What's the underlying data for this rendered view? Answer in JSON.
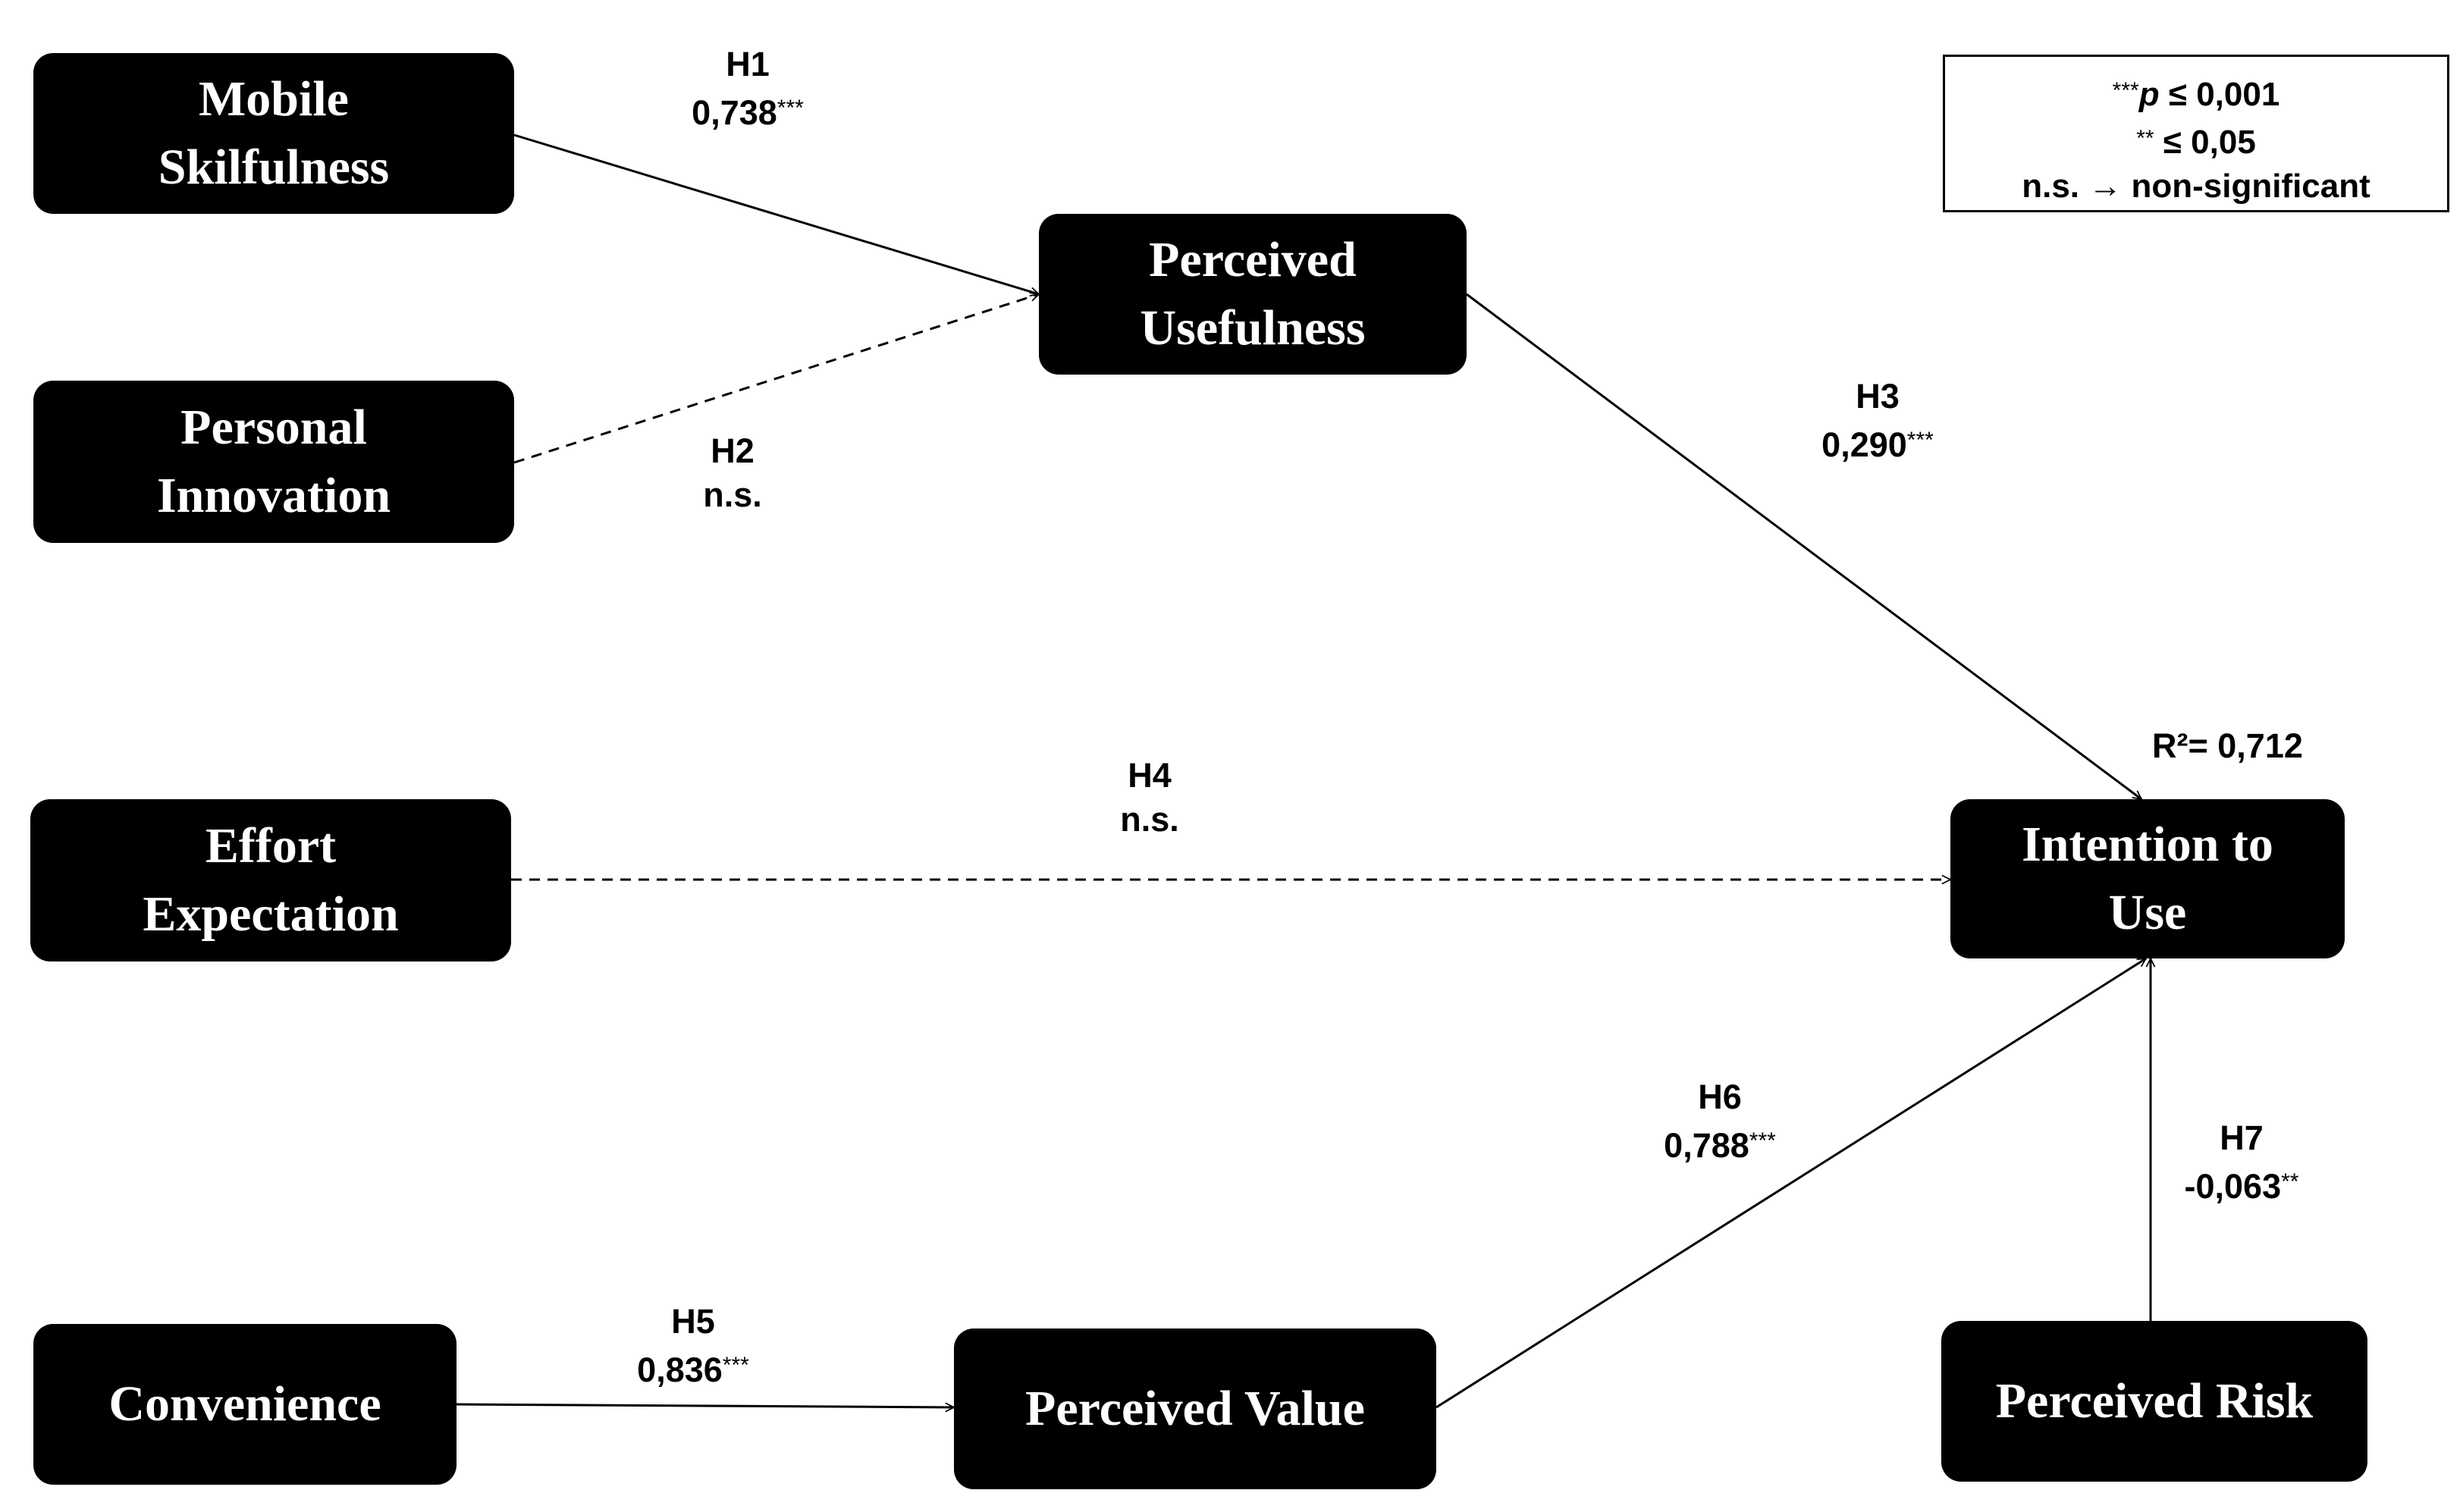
{
  "nodes": {
    "mobile_skilfulness": [
      "Mobile",
      "Skilfulness"
    ],
    "personal_innovation": [
      "Personal",
      "Innovation"
    ],
    "effort_expectation": [
      "Effort",
      "Expectation"
    ],
    "convenience": [
      "Convenience"
    ],
    "perceived_usefulness": [
      "Perceived",
      "Usefulness"
    ],
    "perceived_value": [
      "Perceived Value"
    ],
    "intention_to_use": [
      "Intention to",
      "Use"
    ],
    "perceived_risk": [
      "Perceived Risk"
    ]
  },
  "paths": [
    {
      "id": "H1",
      "from": "mobile_skilfulness",
      "to": "perceived_usefulness",
      "value": "0,738",
      "sig": "***",
      "style": "solid"
    },
    {
      "id": "H2",
      "from": "personal_innovation",
      "to": "perceived_usefulness",
      "value": "n.s.",
      "sig": "",
      "style": "dashed"
    },
    {
      "id": "H3",
      "from": "perceived_usefulness",
      "to": "intention_to_use",
      "value": "0,290",
      "sig": "***",
      "style": "solid"
    },
    {
      "id": "H4",
      "from": "effort_expectation",
      "to": "intention_to_use",
      "value": "n.s.",
      "sig": "",
      "style": "dashed"
    },
    {
      "id": "H5",
      "from": "convenience",
      "to": "perceived_value",
      "value": "0,836",
      "sig": "***",
      "style": "solid"
    },
    {
      "id": "H6",
      "from": "perceived_value",
      "to": "intention_to_use",
      "value": "0,788",
      "sig": "***",
      "style": "solid"
    },
    {
      "id": "H7",
      "from": "perceived_risk",
      "to": "intention_to_use",
      "value": "-0,063",
      "sig": "**",
      "style": "solid"
    }
  ],
  "r_squared": "R²= 0,712",
  "legend": {
    "line1_stars": "***",
    "line1_p": "p",
    "line1_rest": " ≤ 0,001",
    "line2_stars": "**",
    "line2_rest": " ≤ 0,05",
    "line3": "n.s. → non-significant"
  },
  "colors": {
    "node_fill": "#000000",
    "node_text": "#ffffff",
    "line": "#000000"
  }
}
